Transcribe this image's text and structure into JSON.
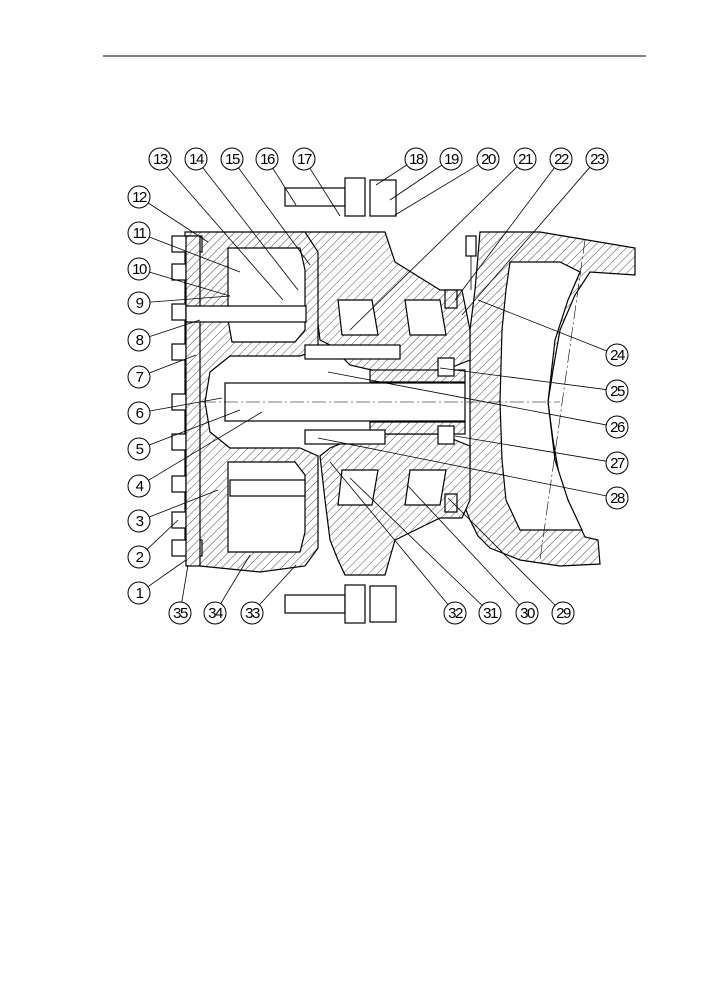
{
  "drawing": {
    "type": "assembly-section",
    "labels_left": [
      "12",
      "11",
      "10",
      "9",
      "8",
      "7",
      "6",
      "5",
      "4",
      "3",
      "2",
      "1"
    ],
    "labels_top": [
      "13",
      "14",
      "15",
      "16",
      "17",
      "18",
      "19",
      "20",
      "21",
      "22",
      "23"
    ],
    "labels_right": [
      "24",
      "25",
      "26",
      "27",
      "28"
    ],
    "labels_bottom": [
      "35",
      "34",
      "33",
      "32",
      "31",
      "30",
      "29"
    ]
  }
}
